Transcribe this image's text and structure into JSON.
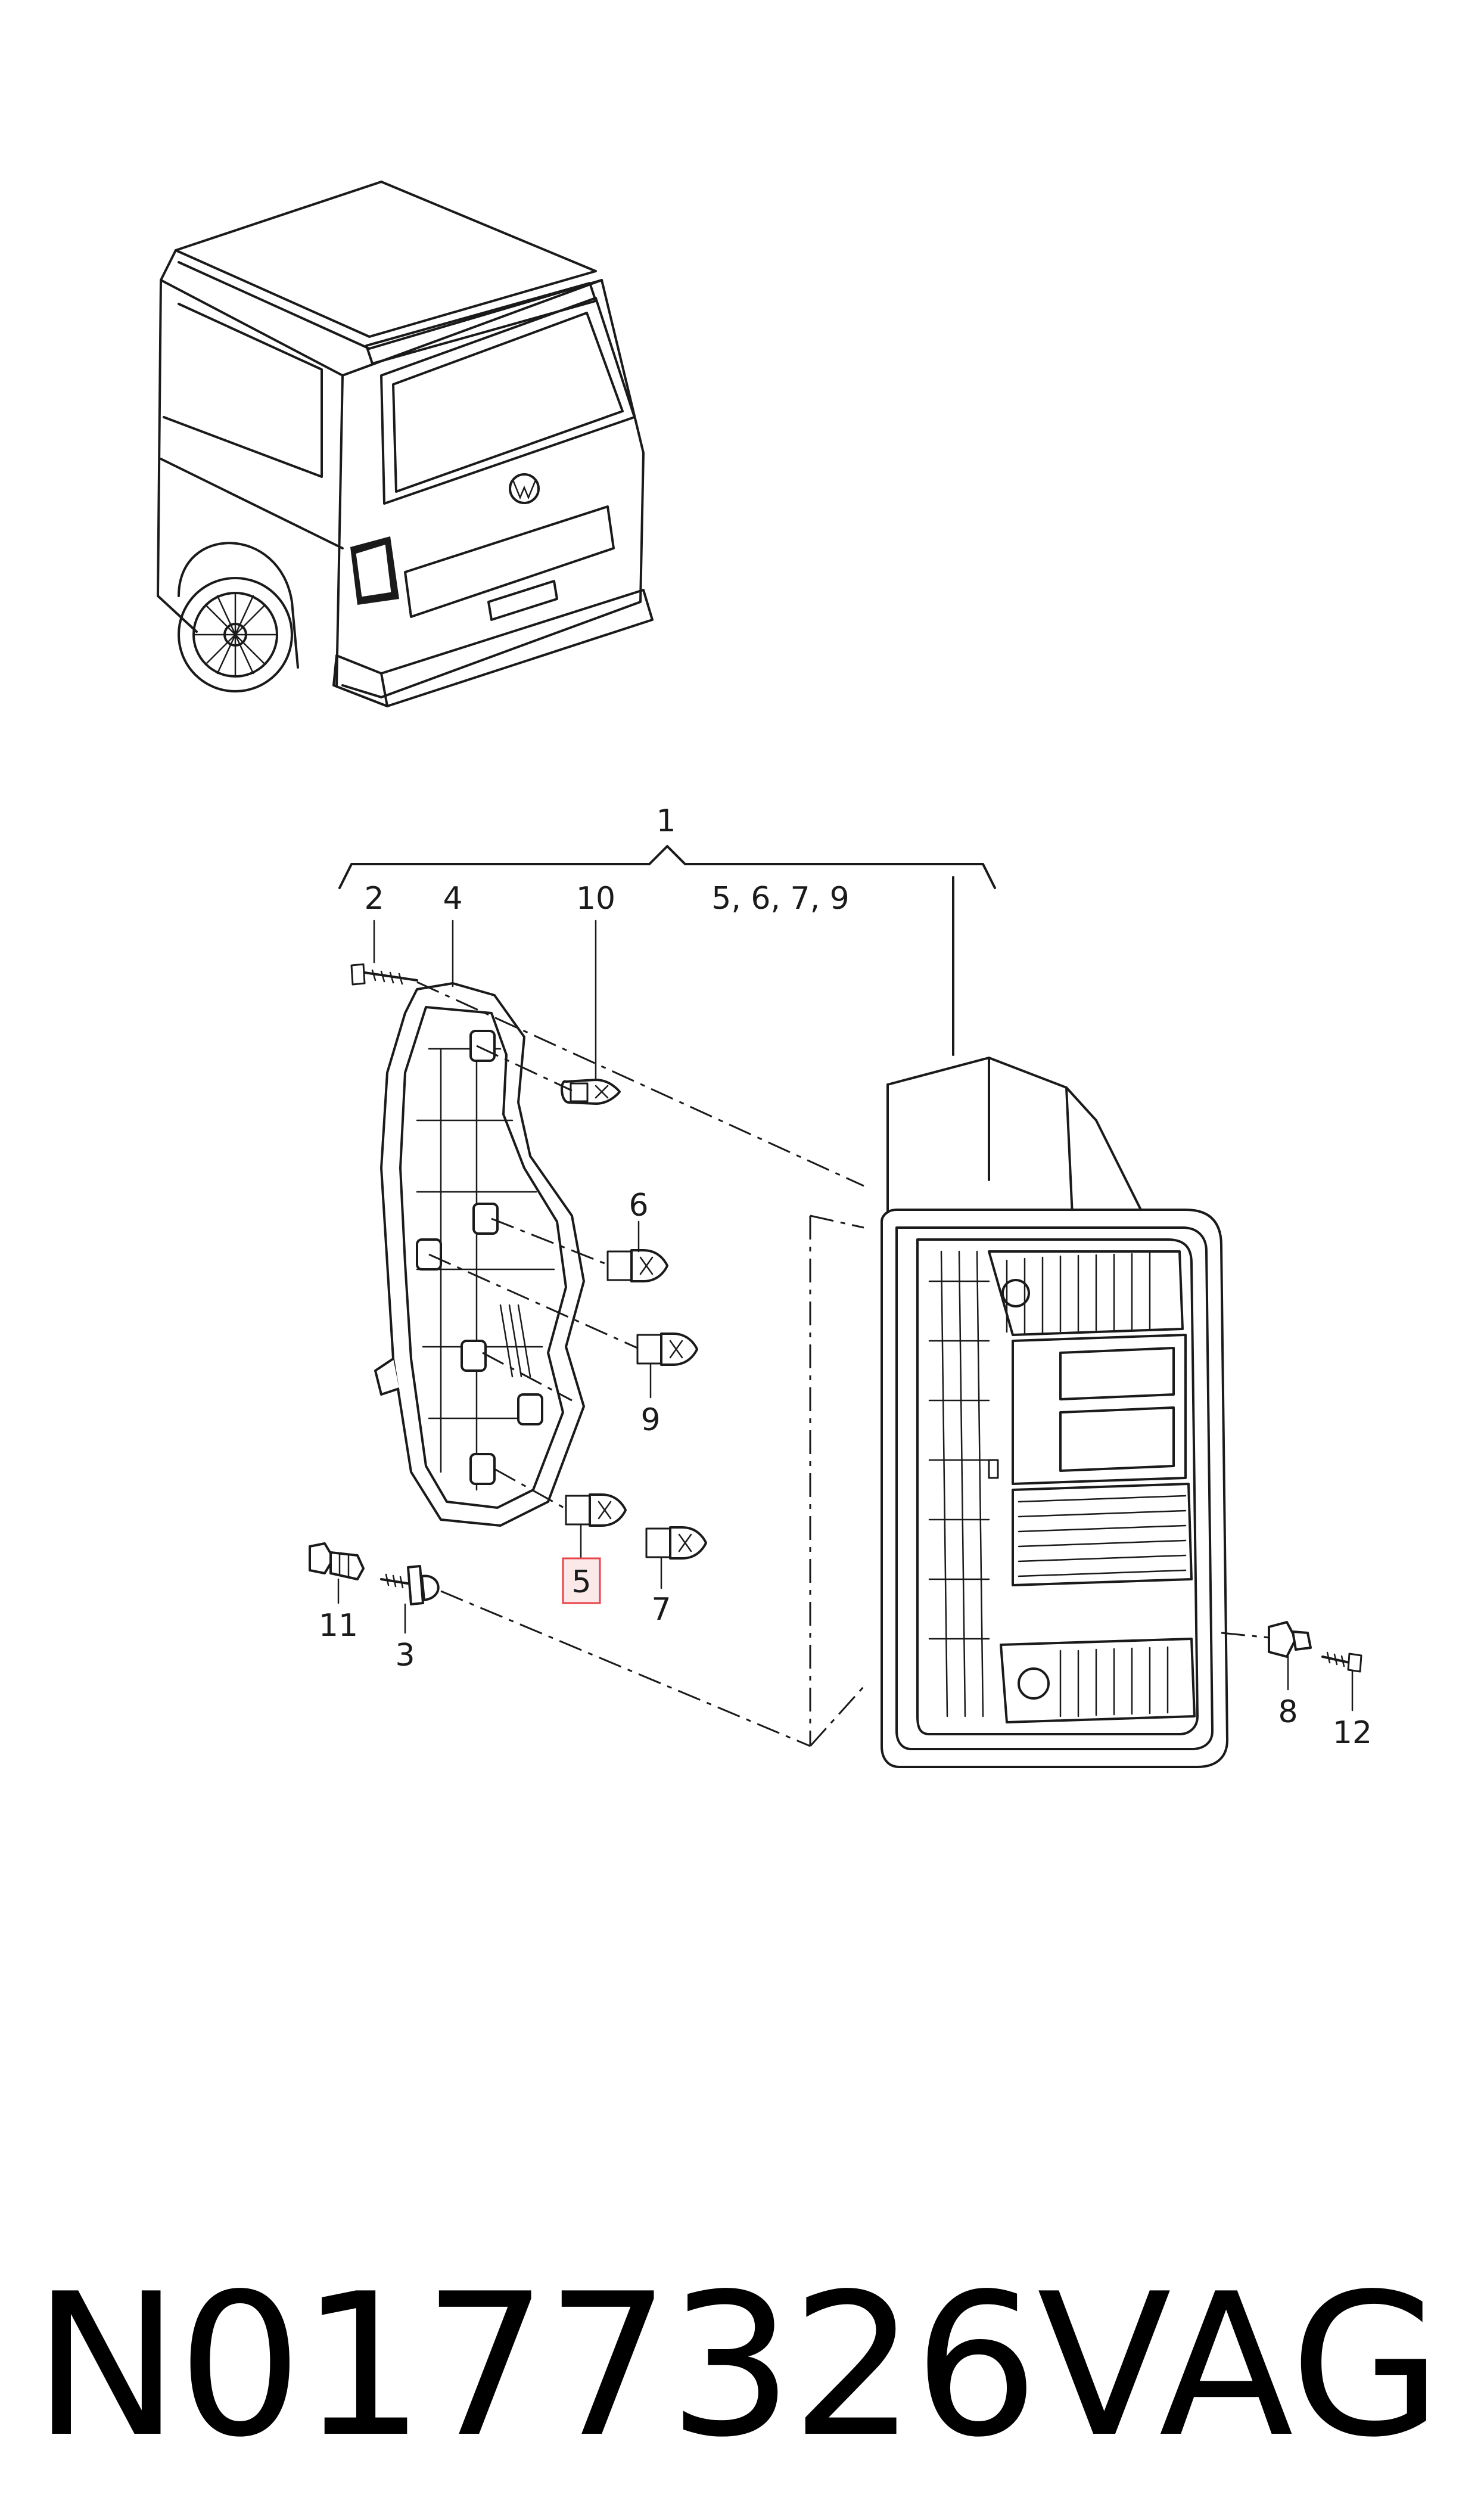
{
  "diagram": {
    "callouts": [
      {
        "id": "1",
        "label": "1"
      },
      {
        "id": "2",
        "label": "2"
      },
      {
        "id": "4",
        "label": "4"
      },
      {
        "id": "10",
        "label": "10"
      },
      {
        "id": "5679",
        "label": "5, 6, 7, 9"
      },
      {
        "id": "6",
        "label": "6"
      },
      {
        "id": "9",
        "label": "9"
      },
      {
        "id": "5",
        "label": "5",
        "highlighted": true
      },
      {
        "id": "7",
        "label": "7"
      },
      {
        "id": "11",
        "label": "11"
      },
      {
        "id": "3",
        "label": "3"
      },
      {
        "id": "8",
        "label": "8"
      },
      {
        "id": "12",
        "label": "12"
      }
    ],
    "highlight_color": "#e8424a"
  },
  "footer": {
    "part_number": "N0177326",
    "brand": "VAG"
  }
}
